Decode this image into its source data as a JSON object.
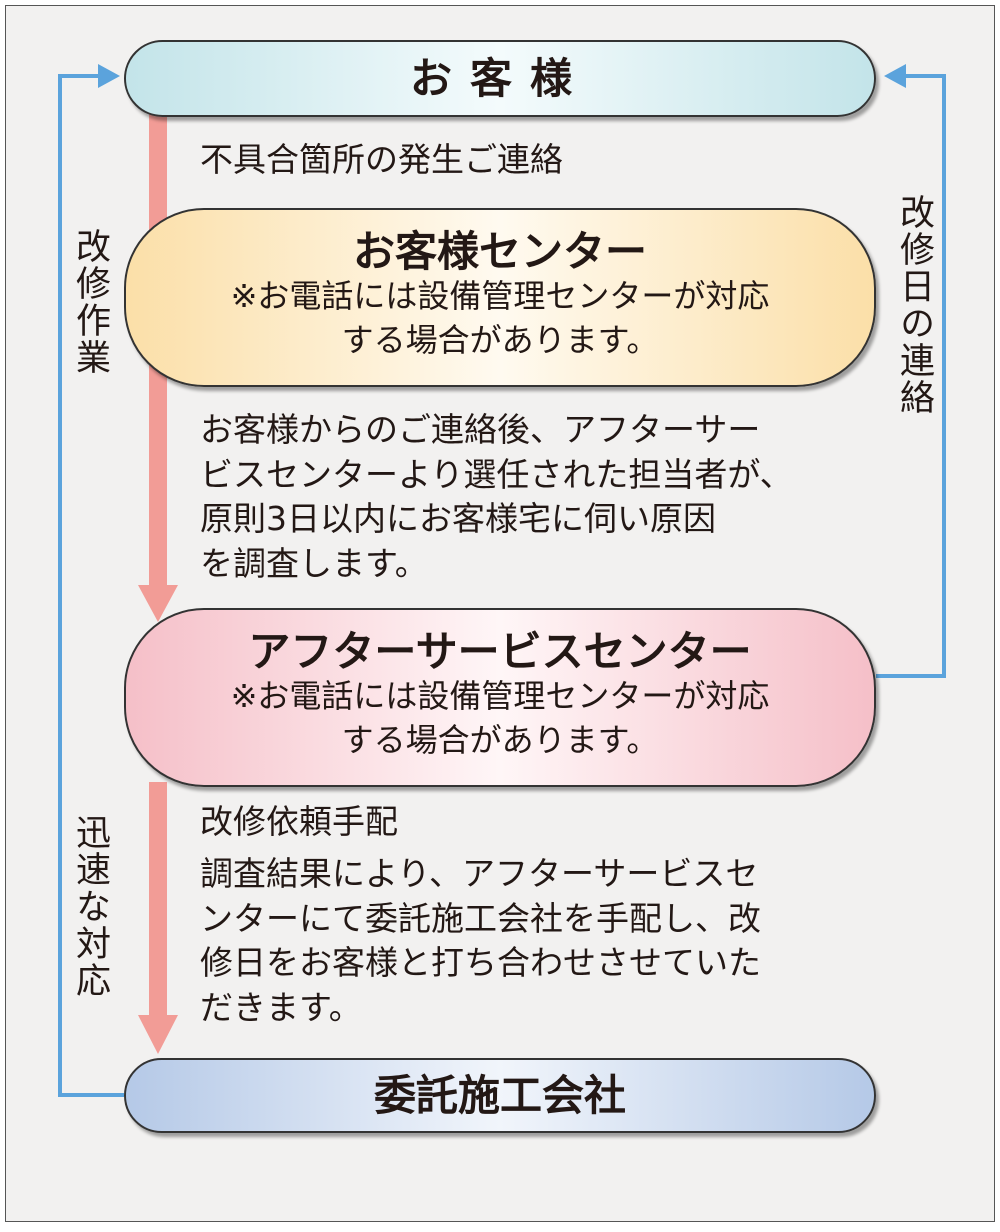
{
  "customer_box": {
    "title": "お客様"
  },
  "customer_center_box": {
    "title": "お客様センター",
    "note_lines": [
      "※お電話には設備管理センターが対応",
      "する場合があります。"
    ]
  },
  "after_service_box": {
    "title": "アフターサービスセンター",
    "note_lines": [
      "※お電話には設備管理センターが対応",
      "する場合があります。"
    ]
  },
  "contractor_box": {
    "title": "委託施工会社"
  },
  "step1_text": "不具合箇所の発生ご連絡",
  "step2_lines": [
    "お客様からのご連絡後、アフターサー",
    "ビスセンターより選任された担当者が、",
    "原則3日以内にお客様宅に伺い原因",
    "を調査します。"
  ],
  "step3_heading": "改修依頼手配",
  "step3_lines": [
    "調査結果により、アフターサービスセ",
    "ンターにて委託施工会社を手配し、改",
    "修日をお客様と打ち合わせさせていた",
    "だきます。"
  ],
  "side_labels": {
    "repair_work": "改修作業",
    "quick_response": "迅速な対応",
    "repair_date_notice": "改修日の連絡"
  },
  "colors": {
    "flow_arrow": "#f29c96",
    "return_line": "#5ba3dc"
  }
}
